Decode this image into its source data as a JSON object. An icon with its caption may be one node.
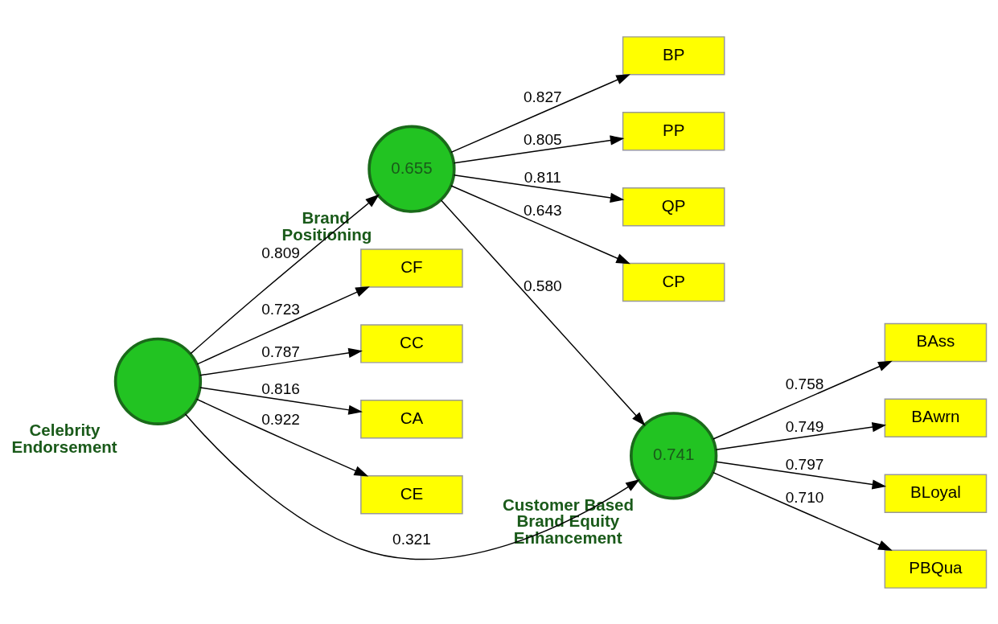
{
  "diagram": {
    "nodes": [
      {
        "text": [
          "BP"
        ]
      },
      {
        "text": [
          "PP"
        ]
      },
      {
        "text": [
          "QP"
        ]
      },
      {
        "text": [
          "CP"
        ]
      },
      {
        "text": [
          "0.655"
        ],
        "beside": [
          "Brand Positioning"
        ]
      },
      {
        "text": [
          "CF"
        ]
      },
      {
        "text": [
          "CC"
        ]
      },
      {
        "text": [
          "CA"
        ]
      },
      {
        "text": [
          "CE"
        ]
      },
      {
        "text": [],
        "shape": "circle",
        "beside": [
          "Celebrity Endorsement"
        ]
      },
      {
        "text": [
          "BAss"
        ]
      },
      {
        "text": [
          "BAwrn"
        ]
      },
      {
        "text": [
          "BLoyal"
        ]
      },
      {
        "text": [
          "PBQua"
        ]
      },
      {
        "text": [
          "0.741"
        ],
        "beside": [
          "Customer Based Brand Equity Enhancement"
        ]
      }
    ],
    "edges": [
      {
        "from": 4,
        "to": 0,
        "arrow": "to",
        "label": "0.827"
      },
      {
        "from": 4,
        "to": 1,
        "arrow": "to",
        "label": "0.805"
      },
      {
        "from": 4,
        "to": 2,
        "arrow": "to",
        "label": "0.811"
      },
      {
        "from": 4,
        "to": 3,
        "arrow": "to",
        "label": "0.643"
      },
      {
        "from": 9,
        "to": 4,
        "arrow": "to",
        "label": "0.809"
      },
      {
        "from": 4,
        "to": 14,
        "arrow": "to",
        "label": "0.580"
      },
      {
        "from": 9,
        "to": 14,
        "arrow": "to",
        "label": "0.321"
      },
      {
        "from": 9,
        "to": 5,
        "arrow": "to",
        "label": "0.723"
      },
      {
        "from": 9,
        "to": 6,
        "arrow": "to",
        "label": "0.787"
      },
      {
        "from": 9,
        "to": 7,
        "arrow": "to",
        "label": "0.816"
      },
      {
        "from": 9,
        "to": 8,
        "arrow": "to",
        "label": "0.922"
      },
      {
        "from": 14,
        "to": 10,
        "arrow": "to",
        "label": "0.758"
      },
      {
        "from": 14,
        "to": 11,
        "arrow": "to",
        "label": "0.749"
      },
      {
        "from": 14,
        "to": 12,
        "arrow": "to",
        "label": "0.797"
      },
      {
        "from": 14,
        "to": 13,
        "arrow": "to",
        "label": "0.710"
      }
    ]
  }
}
